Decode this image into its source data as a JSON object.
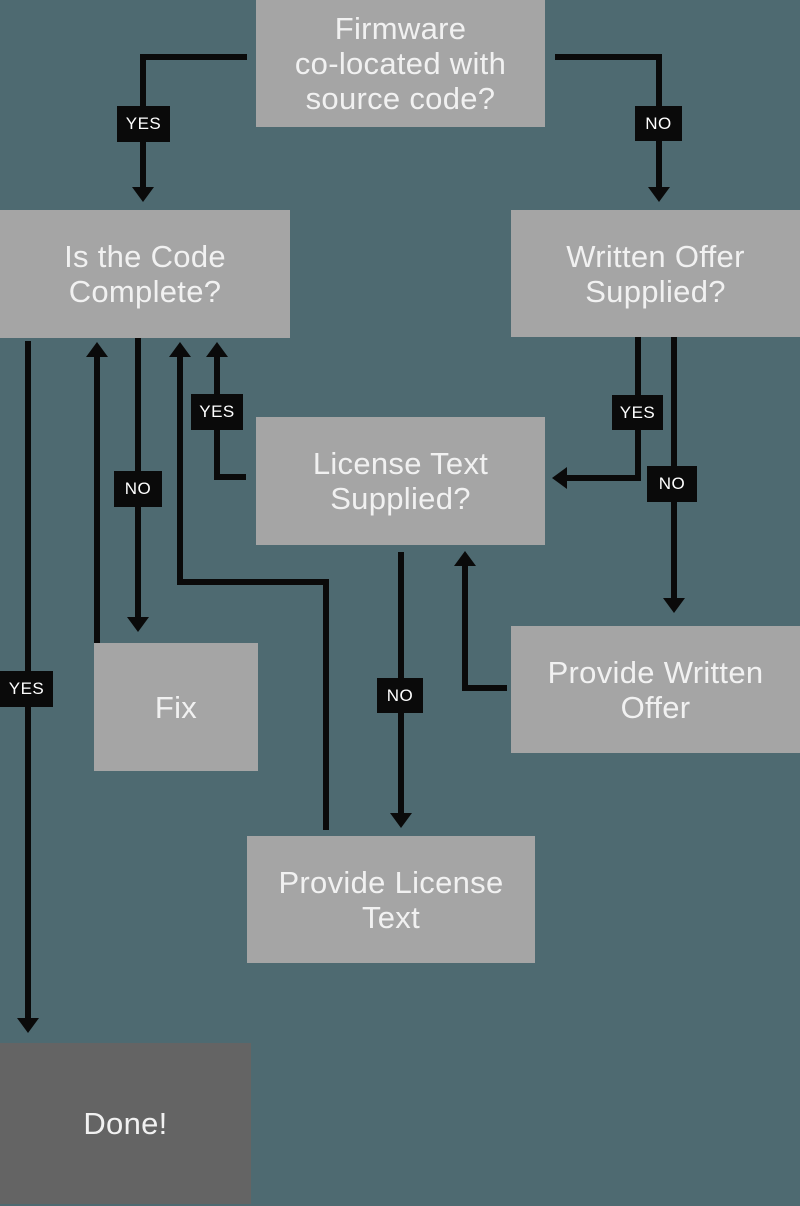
{
  "colors": {
    "background": "#4e6a71",
    "node_fill": "#a5a5a5",
    "done_fill": "#646464",
    "connector": "#0a0a0a",
    "label_bg": "#0a0a0a",
    "node_text": "#f1f1f1",
    "label_text": "#ffffff"
  },
  "nodes": {
    "firmware": {
      "label": "Firmware\nco-located with\nsource code?"
    },
    "code_complete": {
      "label": "Is the Code\nComplete?"
    },
    "written_offer": {
      "label": "Written Offer\nSupplied?"
    },
    "license_text": {
      "label": "License Text\nSupplied?"
    },
    "fix": {
      "label": "Fix"
    },
    "provide_written_offer": {
      "label": "Provide Written\nOffer"
    },
    "provide_license_text": {
      "label": "Provide License\nText"
    },
    "done": {
      "label": "Done!"
    }
  },
  "edge_labels": {
    "yes_firmware": "YES",
    "no_firmware": "NO",
    "no_code_complete": "NO",
    "yes_license_to_code": "YES",
    "yes_written_offer": "YES",
    "no_written_offer": "NO",
    "no_license_text": "NO",
    "yes_code_to_done": "YES"
  }
}
